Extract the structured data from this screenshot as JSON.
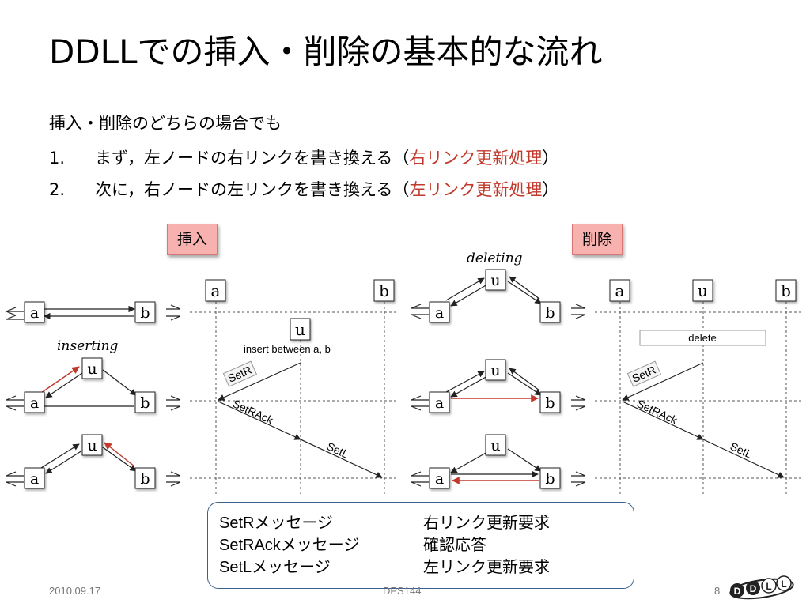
{
  "title": "DDLLでの挿入・削除の基本的な流れ",
  "intro": "挿入・削除のどちらの場合でも",
  "step1": {
    "num": "1.",
    "text": "まず，左ノードの右リンクを書き換える（",
    "highlight": "右リンク更新処理",
    "close": "）"
  },
  "step2": {
    "num": "2.",
    "text": "次に，右ノードの左リンクを書き換える（",
    "highlight": "左リンク更新処理",
    "close": "）"
  },
  "insert_tag": "挿入",
  "delete_tag": "削除",
  "diagram": {
    "inserting": "inserting",
    "deleting": "deleting",
    "node_a": "a",
    "node_b": "b",
    "node_u": "u",
    "insert_note": "insert between a, b",
    "delete_note": "delete",
    "setr": "SetR",
    "setrack": "SetRAck",
    "setl": "SetL"
  },
  "legend": [
    {
      "msg": "SetRメッセージ",
      "meaning": "右リンク更新要求"
    },
    {
      "msg": "SetRAckメッセージ",
      "meaning": "確認応答"
    },
    {
      "msg": "SetLメッセージ",
      "meaning": "左リンク更新要求"
    }
  ],
  "footer": {
    "date": "2010.09.17",
    "venue": "DPS144",
    "page": "8",
    "logo": "DDLL"
  },
  "colors": {
    "highlight": "#c0392b",
    "tag_bg": "#f7b1ae",
    "legend_border": "#3b5f8f",
    "red_arrow": "#c0392b"
  }
}
